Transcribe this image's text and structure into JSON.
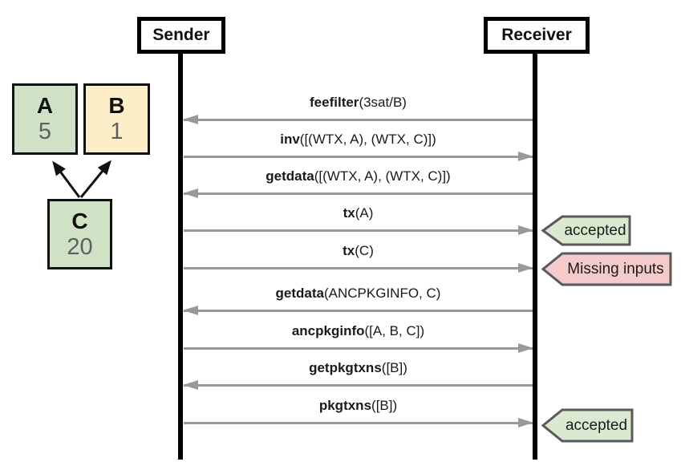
{
  "actors": [
    {
      "label": "Sender"
    },
    {
      "label": "Receiver"
    }
  ],
  "tx_graph": {
    "nodes": [
      {
        "id": "A",
        "label": "A",
        "value": "5",
        "fill": "#cfe2c6"
      },
      {
        "id": "B",
        "label": "B",
        "value": "1",
        "fill": "#fcefc7"
      },
      {
        "id": "C",
        "label": "C",
        "value": "20",
        "fill": "#cfe2c6"
      }
    ],
    "edges": [
      {
        "from": "C",
        "to": "A"
      },
      {
        "from": "C",
        "to": "B"
      }
    ]
  },
  "messages": [
    {
      "name": "feefilter",
      "args": "(3sat/B)",
      "from": "Receiver",
      "to": "Sender"
    },
    {
      "name": "inv",
      "args": "([(WTX, A), (WTX, C)])",
      "from": "Sender",
      "to": "Receiver"
    },
    {
      "name": "getdata",
      "args": "([(WTX, A), (WTX, C)])",
      "from": "Receiver",
      "to": "Sender"
    },
    {
      "name": "tx",
      "args": "(A)",
      "from": "Sender",
      "to": "Receiver",
      "result": "accepted"
    },
    {
      "name": "tx",
      "args": "(C)",
      "from": "Sender",
      "to": "Receiver",
      "result": "Missing inputs"
    },
    {
      "name": "getdata",
      "args": "(ANCPKGINFO, C)",
      "from": "Receiver",
      "to": "Sender"
    },
    {
      "name": "ancpkginfo",
      "args": "([A, B, C])",
      "from": "Sender",
      "to": "Receiver"
    },
    {
      "name": "getpkgtxns",
      "args": "([B])",
      "from": "Receiver",
      "to": "Sender"
    },
    {
      "name": "pkgtxns",
      "args": "([B])",
      "from": "Sender",
      "to": "Receiver",
      "result": "accepted"
    }
  ],
  "colors": {
    "node_green": "#cfe2c6",
    "node_yellow": "#fcefc7",
    "tag_success": "#dbe9d1",
    "tag_error": "#f5caca",
    "tag_border": "#595959",
    "arrow_gray": "#999999",
    "lifeline": "#000000"
  }
}
